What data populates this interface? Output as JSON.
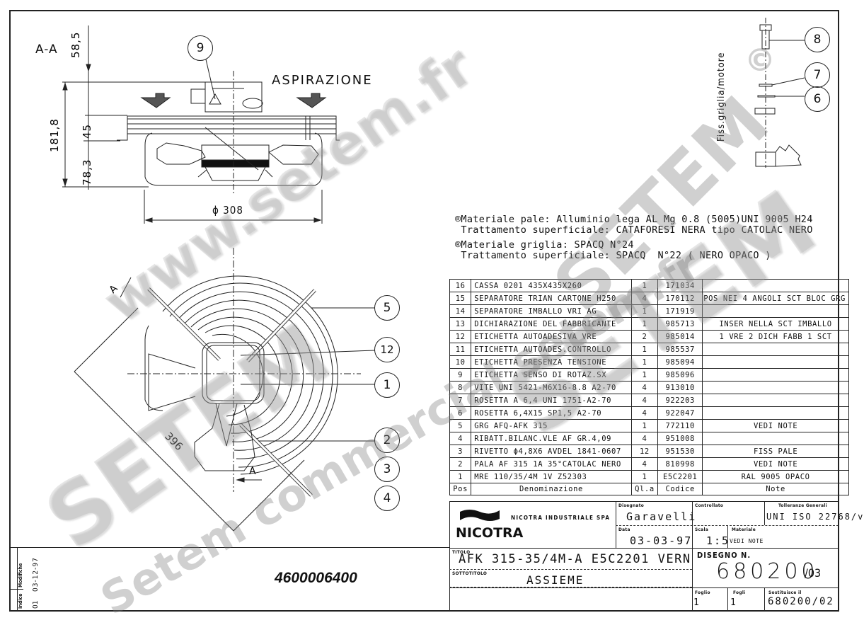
{
  "drawing": {
    "section_label": "A-A",
    "airflow_label": "ASPIRAZIONE",
    "dimensions": {
      "top_height": "58,5",
      "total_height": "181,8",
      "grille_gap": "45",
      "motor_height": "78,3",
      "diameter": "ϕ 308",
      "diagonal": "396",
      "section_marker": "A"
    },
    "detail_label": "Fiss.griglia/motore",
    "balloons_section": [
      "9"
    ],
    "balloons_detail": [
      "8",
      "7",
      "6"
    ],
    "balloons_front": [
      "5",
      "12",
      "1",
      "2",
      "3",
      "4"
    ]
  },
  "notes": [
    "®Materiale pale: Alluminio lega AL Mg 0.8 (5005)UNI 9005 H24",
    " Trattamento superficiale: CATAFORESI NERA tipo CATOLAC NERO",
    "®Materiale griglia: SPACQ N°24",
    " Trattamento superficiale: SPACQ  N°22 ( NERO OPACO )"
  ],
  "bom": {
    "headers": {
      "pos": "Pos",
      "denominazione": "Denominazione",
      "qta": "Ql.a",
      "codice": "Codice",
      "note": "Note"
    },
    "rows": [
      {
        "pos": "16",
        "den": "CASSA 0201 435X435X260",
        "qta": "1",
        "cod": "171034",
        "note": ""
      },
      {
        "pos": "15",
        "den": "SEPARATORE TRIAN CARTONE H250",
        "qta": "4",
        "cod": "170112",
        "note": "POS NEI 4 ANGOLI SCT BLOC GRG"
      },
      {
        "pos": "14",
        "den": "SEPARATORE IMBALLO VRI AG",
        "qta": "1",
        "cod": "171919",
        "note": ""
      },
      {
        "pos": "13",
        "den": "DICHIARAZIONE DEL FABBRICANTE",
        "qta": "1",
        "cod": "985713",
        "note": "INSER NELLA SCT IMBALLO"
      },
      {
        "pos": "12",
        "den": "ETICHETTA AUTOADESIVA VRE",
        "qta": "2",
        "cod": "985014",
        "note": "1 VRE 2 DICH FABB 1 SCT"
      },
      {
        "pos": "11",
        "den": "ETICHETTA AUTOADES.CONTROLLO",
        "qta": "1",
        "cod": "985537",
        "note": ""
      },
      {
        "pos": "10",
        "den": "ETICHETTA PRESENZA TENSIONE",
        "qta": "1",
        "cod": "985094",
        "note": ""
      },
      {
        "pos": "9",
        "den": "ETICHETTA SENSO DI ROTAZ.SX",
        "qta": "1",
        "cod": "985096",
        "note": ""
      },
      {
        "pos": "8",
        "den": "VITE UNI 5421-M6X16-8.8 A2-70",
        "qta": "4",
        "cod": "913010",
        "note": ""
      },
      {
        "pos": "7",
        "den": "ROSETTA A 6,4 UNI 1751-A2-70",
        "qta": "4",
        "cod": "922203",
        "note": ""
      },
      {
        "pos": "6",
        "den": "ROSETTA 6,4X15 SP1,5 A2-70",
        "qta": "4",
        "cod": "922047",
        "note": ""
      },
      {
        "pos": "5",
        "den": "GRG AFQ-AFK 315",
        "qta": "1",
        "cod": "772110",
        "note": "VEDI NOTE"
      },
      {
        "pos": "4",
        "den": "RIBATT.BILANC.VLE AF GR.4,09",
        "qta": "4",
        "cod": "951008",
        "note": ""
      },
      {
        "pos": "3",
        "den": "RIVETTO ϕ4,8X6 AVDEL 1841-0607",
        "qta": "12",
        "cod": "951530",
        "note": "FISS PALE"
      },
      {
        "pos": "2",
        "den": "PALA AF 315 1A 35°CATOLAC NERO",
        "qta": "4",
        "cod": "810998",
        "note": "VEDI NOTE"
      },
      {
        "pos": "1",
        "den": "MRE 110/35/4M 1V Z52303",
        "qta": "1",
        "cod": "E5C2201",
        "note": "RAL 9005 OPACO"
      }
    ]
  },
  "title_block": {
    "company": "NICOTRA INDUSTRIALE SPA",
    "logo_text": "NICOTRA",
    "disegnato_label": "Disegnato",
    "disegnato": "Garavelli",
    "controllato_label": "Controllato",
    "controllato": "",
    "tolleranze_label": "Tolleranze Generali",
    "tolleranze": "UNI ISO 22768/v",
    "data_label": "Data",
    "data": "03-03-97",
    "scala_label": "Scala",
    "scala": "1:5",
    "materiale_label": "Materiale",
    "materiale": "VEDI NOTE",
    "titolo_label": "TITOLO",
    "titolo": "AFK 315-35/4M-A E5C2201 VERN",
    "sottotitolo_label": "SOTTOTITOLO",
    "sottotitolo": "ASSIEME",
    "disegno_label": "DISEGNO N.",
    "disegno_n": "680200",
    "revision": "/03",
    "foglio_label": "Foglio",
    "foglio": "1",
    "fogli_label": "Fogli",
    "fogli": "1",
    "sostituisce_label": "Sostituisce il",
    "sostituisce": "680200/02"
  },
  "revision_block": {
    "modifiche_label": "Modifiche",
    "modifiche_date": "03-12-97",
    "indice_label": "Indice",
    "indice": "01",
    "article_code": "4600006400"
  },
  "watermarks": [
    "www.setem.fr",
    "SETEM",
    "SETEM",
    "SETEM",
    "Setem commercial setem.fr",
    "©"
  ]
}
